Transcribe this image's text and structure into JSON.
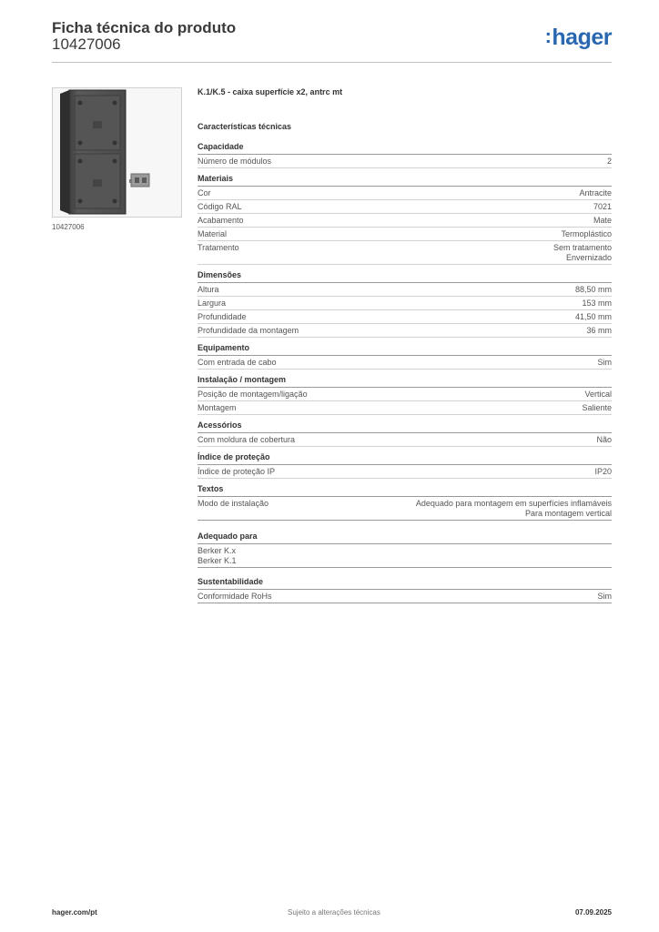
{
  "header": {
    "title": "Ficha técnica do produto",
    "code": "10427006",
    "logo_text": "hager",
    "logo_color": "#2a67b1"
  },
  "product_image": {
    "caption": "10427006"
  },
  "product": {
    "name": "K.1/K.5 - caixa superfície x2, antrc mt",
    "tech_heading": "Características técnicas"
  },
  "sections": [
    {
      "title": "Capacidade",
      "rows": [
        {
          "label": "Número de módulos",
          "value": "2"
        }
      ]
    },
    {
      "title": "Materiais",
      "rows": [
        {
          "label": "Cor",
          "value": "Antracite"
        },
        {
          "label": "Código RAL",
          "value": "7021"
        },
        {
          "label": "Acabamento",
          "value": "Mate"
        },
        {
          "label": "Material",
          "value": "Termoplástico"
        },
        {
          "label": "Tratamento",
          "value": "Sem tratamento\nEnvernizado"
        }
      ]
    },
    {
      "title": "Dimensões",
      "rows": [
        {
          "label": "Altura",
          "value": "88,50 mm"
        },
        {
          "label": "Largura",
          "value": "153 mm"
        },
        {
          "label": "Profundidade",
          "value": "41,50 mm"
        },
        {
          "label": "Profundidade da montagem",
          "value": "36 mm"
        }
      ]
    },
    {
      "title": "Equipamento",
      "rows": [
        {
          "label": "Com entrada de cabo",
          "value": "Sim"
        }
      ]
    },
    {
      "title": "Instalação / montagem",
      "rows": [
        {
          "label": "Posição de montagem/ligação",
          "value": "Vertical"
        },
        {
          "label": "Montagem",
          "value": "Saliente"
        }
      ]
    },
    {
      "title": "Acessórios",
      "rows": [
        {
          "label": "Com moldura de cobertura",
          "value": "Não"
        }
      ]
    },
    {
      "title": "Índice de proteção",
      "rows": [
        {
          "label": "Índice de proteção IP",
          "value": "IP20"
        }
      ]
    },
    {
      "title": "Textos",
      "rows": [
        {
          "label": "Modo de instalação",
          "value": "Adequado para montagem em superfícies inflamáveis\nPara montagem vertical"
        }
      ]
    }
  ],
  "suitable_for": {
    "title": "Adequado para",
    "items": [
      "Berker K.x",
      "Berker K.1"
    ]
  },
  "sustainability": {
    "title": "Sustentabilidade",
    "rows": [
      {
        "label": "Conformidade RoHs",
        "value": "Sim"
      }
    ]
  },
  "footer": {
    "website": "hager.com/pt",
    "note": "Sujeito a alterações técnicas",
    "date": "07.09.2025"
  }
}
